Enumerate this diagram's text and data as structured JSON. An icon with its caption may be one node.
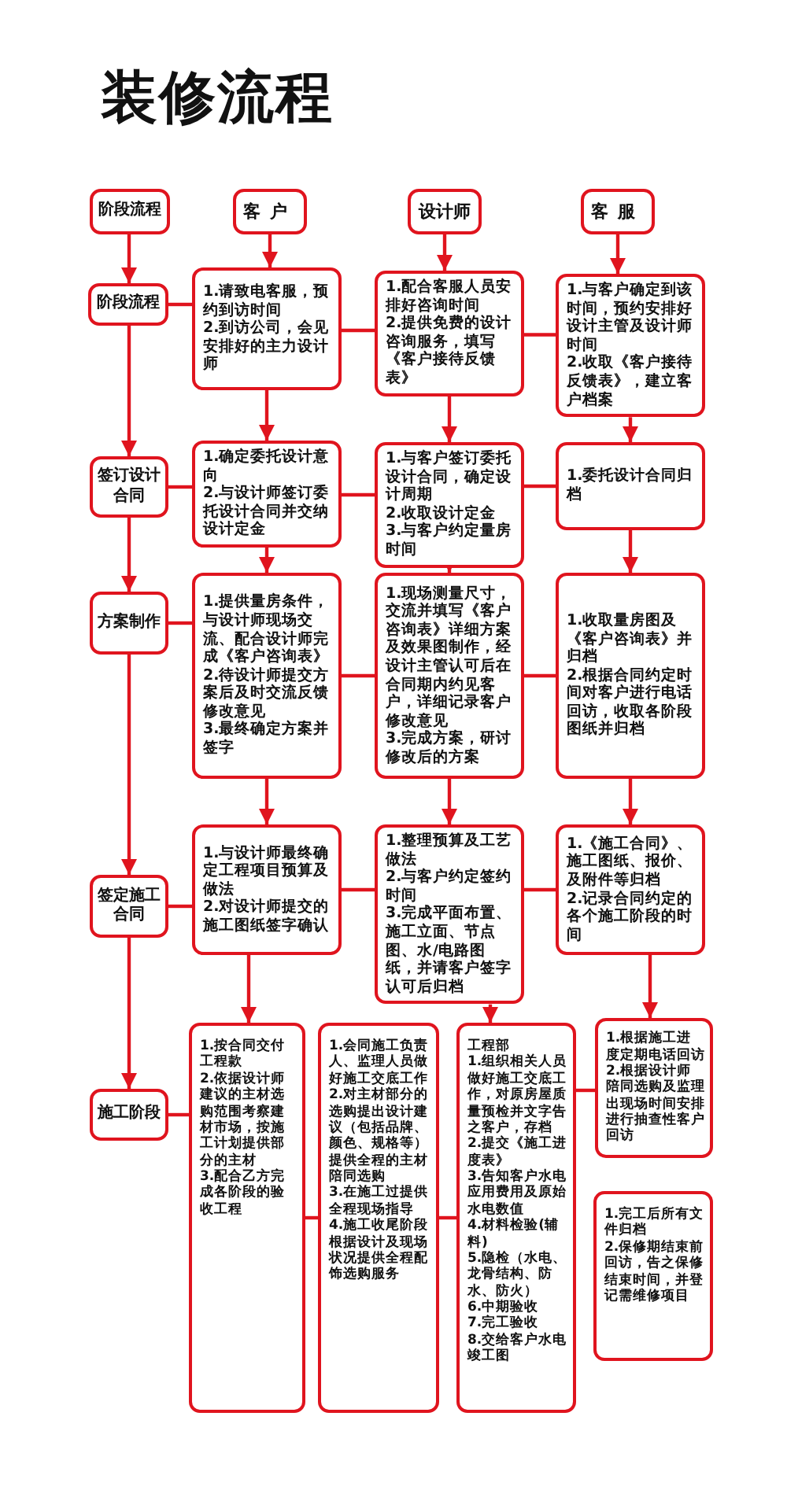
{
  "diagram": {
    "title": "装修流程",
    "nodes": [
      {
        "text": [
          "阶段流程"
        ]
      },
      {
        "text": [
          "客户"
        ]
      },
      {
        "text": [
          "设计师"
        ]
      },
      {
        "text": [
          "客服"
        ]
      },
      {
        "text": [
          "阶段流程"
        ]
      },
      {
        "text": [
          "1.请致电客服，预约到访时间",
          "2.到访公司，会见安排好的主力设计师"
        ]
      },
      {
        "text": [
          "1.配合客服人员安排好咨询时间",
          "2.提供免费的设计咨询服务，填写《客户接待反馈表》"
        ]
      },
      {
        "text": [
          "1.与客户确定到该时间，预约安排好设计主管及设计师时间",
          "2.收取《客户接待反馈表》，建立客户档案"
        ]
      },
      {
        "text": [
          "签订设计合同"
        ]
      },
      {
        "text": [
          "1.确定委托设计意向",
          "2.与设计师签订委托设计合同并交纳设计定金"
        ]
      },
      {
        "text": [
          "1.与客户签订委托设计合同，确定设计周期",
          "2.收取设计定金",
          "3.与客户约定量房时间"
        ]
      },
      {
        "text": [
          "1.委托设计合同归档"
        ]
      },
      {
        "text": [
          "方案制作"
        ]
      },
      {
        "text": [
          "1.提供量房条件，与设计师现场交流、配合设计师完成《客户咨询表》",
          "2.待设计师提交方案后及时交流反馈修改意见",
          "3.最终确定方案并签字"
        ]
      },
      {
        "text": [
          "1.现场测量尺寸，交流并填写《客户咨询表》详细方案及效果图制作，经设计主管认可后在合同期内约见客户，详细记录客户修改意见",
          "3.完成方案，研讨修改后的方案"
        ]
      },
      {
        "text": [
          "1.收取量房图及《客户咨询表》并归档",
          "2.根据合同约定时间对客户进行电话回访，收取各阶段图纸并归档"
        ]
      },
      {
        "text": [
          "签定施工合同"
        ]
      },
      {
        "text": [
          "1.与设计师最终确定工程项目预算及做法",
          "2.对设计师提交的施工图纸签字确认"
        ]
      },
      {
        "text": [
          "1.整理预算及工艺做法",
          "2.与客户约定签约时间",
          "3.完成平面布置、施工立面、节点图、水/电路图纸，并请客户签字认可后归档"
        ]
      },
      {
        "text": [
          "1.《施工合同》、施工图纸、报价、及附件等归档",
          "2.记录合同约定的各个施工阶段的时间"
        ]
      },
      {
        "text": [
          "施工阶段"
        ]
      },
      {
        "text": [
          "1.按合同交付工程款",
          "2.依据设计师建议的主材选购范围考察建材市场，按施工计划提供部分的主材",
          "3.配合乙方完成各阶段的验收工程"
        ]
      },
      {
        "text": [
          "1.会同施工负责人、监理人员做好施工交底工作",
          "2.对主材部分的选购提出设计建议（包括品牌、颜色、规格等）提供全程的主材陪同选购",
          "3.在施工过提供全程现场指导",
          "4.施工收尾阶段根据设计及现场状况提供全程配饰选购服务"
        ]
      },
      {
        "text": [
          "工程部",
          "1.组织相关人员做好施工交底工作，对原房屋质量预检并文字告之客户，存档",
          "2.提交《施工进度表》",
          "3.告知客户水电应用费用及原始水电数值",
          "4.材料检验(辅料)",
          "5.隐检（水电、龙骨结构、防水、防火）",
          "6.中期验收",
          "7.完工验收",
          "8.交给客户水电竣工图"
        ]
      },
      {
        "text": [
          "1.根据施工进度定期电话回访",
          "2.根据设计师陪同选购及监理出现场时间安排进行抽查性客户回访"
        ]
      },
      {
        "text": [
          "1.完工后所有文件归档",
          "2.保修期结束前回访，告之保修结束时间，并登记需维修项目"
        ]
      }
    ],
    "edges": [
      {
        "from": 0,
        "to": 4,
        "arrow": "to"
      },
      {
        "from": 4,
        "to": 8,
        "arrow": "to"
      },
      {
        "from": 8,
        "to": 12,
        "arrow": "to"
      },
      {
        "from": 12,
        "to": 16,
        "arrow": "to"
      },
      {
        "from": 16,
        "to": 20,
        "arrow": "to"
      },
      {
        "from": 1,
        "to": 5,
        "arrow": "to"
      },
      {
        "from": 5,
        "to": 9,
        "arrow": "to"
      },
      {
        "from": 9,
        "to": 13,
        "arrow": "to"
      },
      {
        "from": 13,
        "to": 17,
        "arrow": "to"
      },
      {
        "from": 17,
        "to": 21,
        "arrow": "to"
      },
      {
        "from": 2,
        "to": 6,
        "arrow": "to"
      },
      {
        "from": 6,
        "to": 10,
        "arrow": "to"
      },
      {
        "from": 10,
        "to": 14,
        "arrow": "to"
      },
      {
        "from": 14,
        "to": 18,
        "arrow": "to"
      },
      {
        "from": 18,
        "to": 23,
        "arrow": "to"
      },
      {
        "from": 3,
        "to": 7,
        "arrow": "to"
      },
      {
        "from": 7,
        "to": 11,
        "arrow": "to"
      },
      {
        "from": 11,
        "to": 15,
        "arrow": "to"
      },
      {
        "from": 15,
        "to": 19,
        "arrow": "to"
      },
      {
        "from": 19,
        "to": 24,
        "arrow": "to"
      },
      {
        "from": 4,
        "to": 5,
        "arrow": "none"
      },
      {
        "from": 5,
        "to": 6,
        "arrow": "none"
      },
      {
        "from": 6,
        "to": 7,
        "arrow": "none"
      },
      {
        "from": 8,
        "to": 9,
        "arrow": "none"
      },
      {
        "from": 9,
        "to": 10,
        "arrow": "none"
      },
      {
        "from": 10,
        "to": 11,
        "arrow": "none"
      },
      {
        "from": 12,
        "to": 13,
        "arrow": "none"
      },
      {
        "from": 13,
        "to": 14,
        "arrow": "none"
      },
      {
        "from": 14,
        "to": 15,
        "arrow": "none"
      },
      {
        "from": 16,
        "to": 17,
        "arrow": "none"
      },
      {
        "from": 17,
        "to": 18,
        "arrow": "none"
      },
      {
        "from": 18,
        "to": 19,
        "arrow": "none"
      },
      {
        "from": 20,
        "to": 21,
        "arrow": "none"
      },
      {
        "from": 21,
        "to": 22,
        "arrow": "none"
      },
      {
        "from": 22,
        "to": 23,
        "arrow": "none"
      },
      {
        "from": 23,
        "to": 24,
        "arrow": "none"
      }
    ]
  }
}
